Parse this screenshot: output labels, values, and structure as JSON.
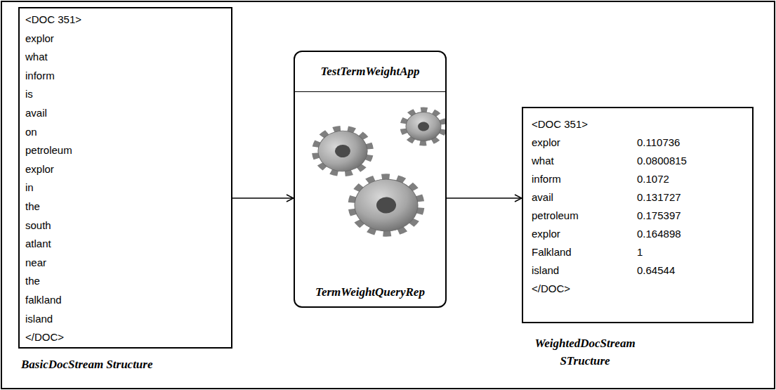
{
  "diagram": {
    "nodes": [
      {
        "text": [
          "<DOC 351>",
          "explor",
          "what",
          "inform",
          "is",
          "avail",
          "on",
          "petroleum",
          "explor",
          "in",
          "the",
          "south",
          "atlant",
          "near",
          "the",
          "falkland",
          "island",
          "</DOC>"
        ]
      },
      {
        "text": [
          "TestTermWeightApp",
          "TermWeightQueryRep"
        ]
      },
      {
        "text": [
          "<DOC 351>",
          "explor",
          "0.110736",
          "what",
          "0.0800815",
          "inform",
          "0.1072",
          "avail",
          "0.131727",
          "petroleum",
          "0.175397",
          "explor",
          "0.164898",
          "Falkland",
          "1",
          "island",
          "0.64544",
          "</DOC>"
        ]
      }
    ],
    "edges": [
      {
        "from": 0,
        "to": 1,
        "arrow": "to"
      },
      {
        "from": 1,
        "to": 2,
        "arrow": "to"
      }
    ],
    "labels": [
      "BasicDocStream Structure",
      "WeightedDocStream STructure"
    ]
  }
}
